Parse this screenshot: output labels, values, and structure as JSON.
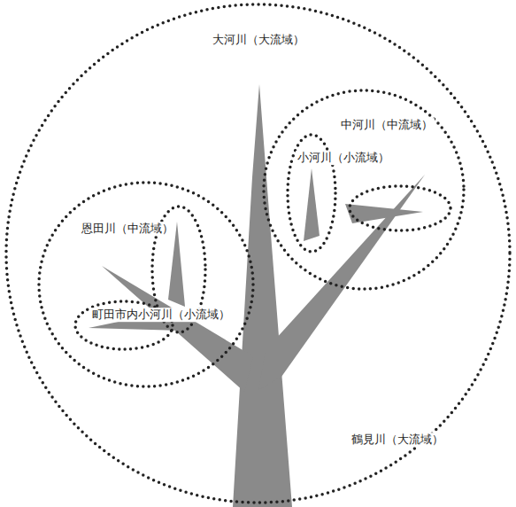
{
  "diagram": {
    "nodes": [
      {
        "text": [
          "大河川（大流域）",
          "鶴見川（大流域）"
        ]
      },
      {
        "text": [
          "中河川（中流域）"
        ],
        "in": 0
      },
      {
        "text": [
          "小河川（小流域）"
        ],
        "in": 1
      },
      {
        "text": [
          "恩田川（中流域）"
        ],
        "in": 0
      }
    ],
    "labels": [
      "町田市内小河川（小流域）"
    ]
  }
}
